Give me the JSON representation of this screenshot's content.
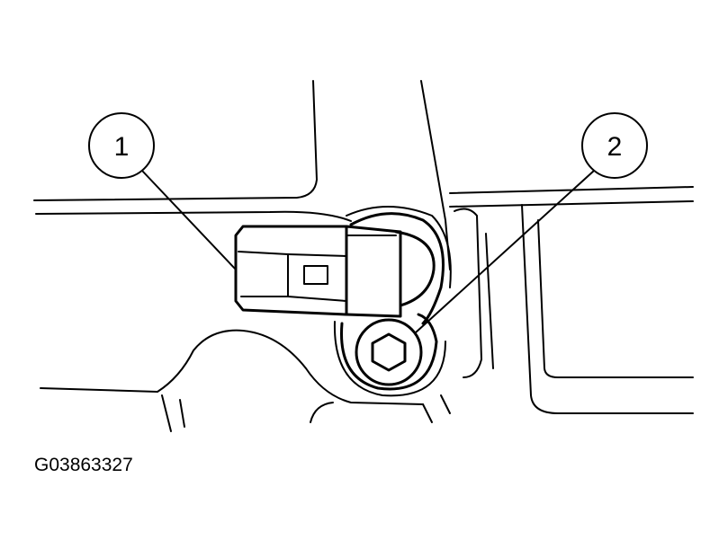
{
  "figure_id": "G03863327",
  "callouts": [
    {
      "number": "1"
    },
    {
      "number": "2"
    }
  ]
}
